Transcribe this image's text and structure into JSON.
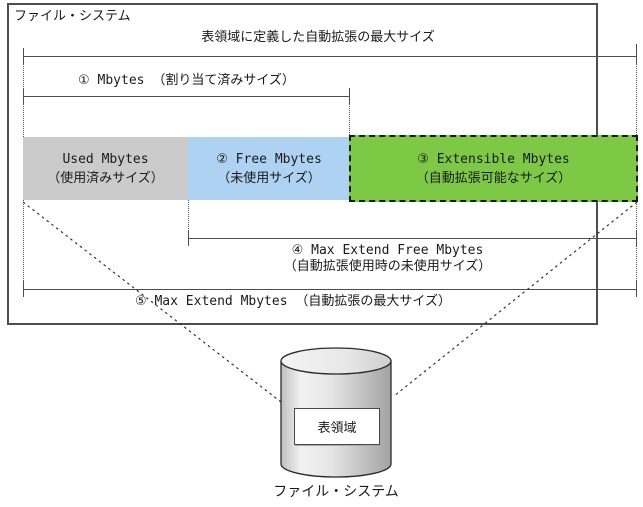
{
  "labels": {
    "file_system_top": "ファイル・システム",
    "max_autoextend_defined": "表領域に定義した自動拡張の最大サイズ",
    "allocated": "① Mbytes （割り当て済みサイズ）",
    "max_extend_free_line1": "④ Max Extend Free Mbytes",
    "max_extend_free_line2": "（自動拡張使用時の未使用サイズ）",
    "max_extend": "⑤ Max Extend Mbytes （自動拡張の最大サイズ）",
    "cylinder_label": "表領域",
    "cylinder_caption": "ファイル・システム"
  },
  "segments": [
    {
      "id": "used",
      "line1": "Used Mbytes",
      "line2": "（使用済みサイズ）",
      "fill": "#cbcbcb"
    },
    {
      "id": "free",
      "line1": "② Free Mbytes",
      "line2": "（未使用サイズ）",
      "fill": "#aed3f2"
    },
    {
      "id": "extensible",
      "line1": "③ Extensible Mbytes",
      "line2": "（自動拡張可能なサイズ）",
      "fill": "#7dc845"
    }
  ],
  "colors": {
    "line": "#4d4d4d",
    "text": "#1a1a1a",
    "extensible_border": "#1a1a1a",
    "background": "#ffffff"
  }
}
